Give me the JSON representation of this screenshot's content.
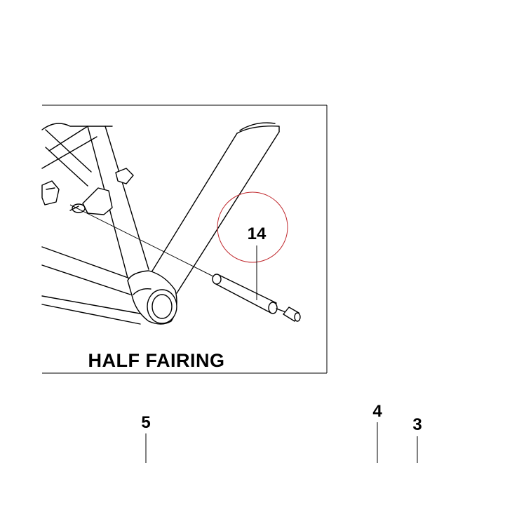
{
  "inset": {
    "caption": "HALF FAIRING",
    "callout_14": "14",
    "highlight_color": "#c0282d"
  },
  "callouts": [
    {
      "label": "5"
    },
    {
      "label": "4"
    },
    {
      "label": "3"
    }
  ]
}
